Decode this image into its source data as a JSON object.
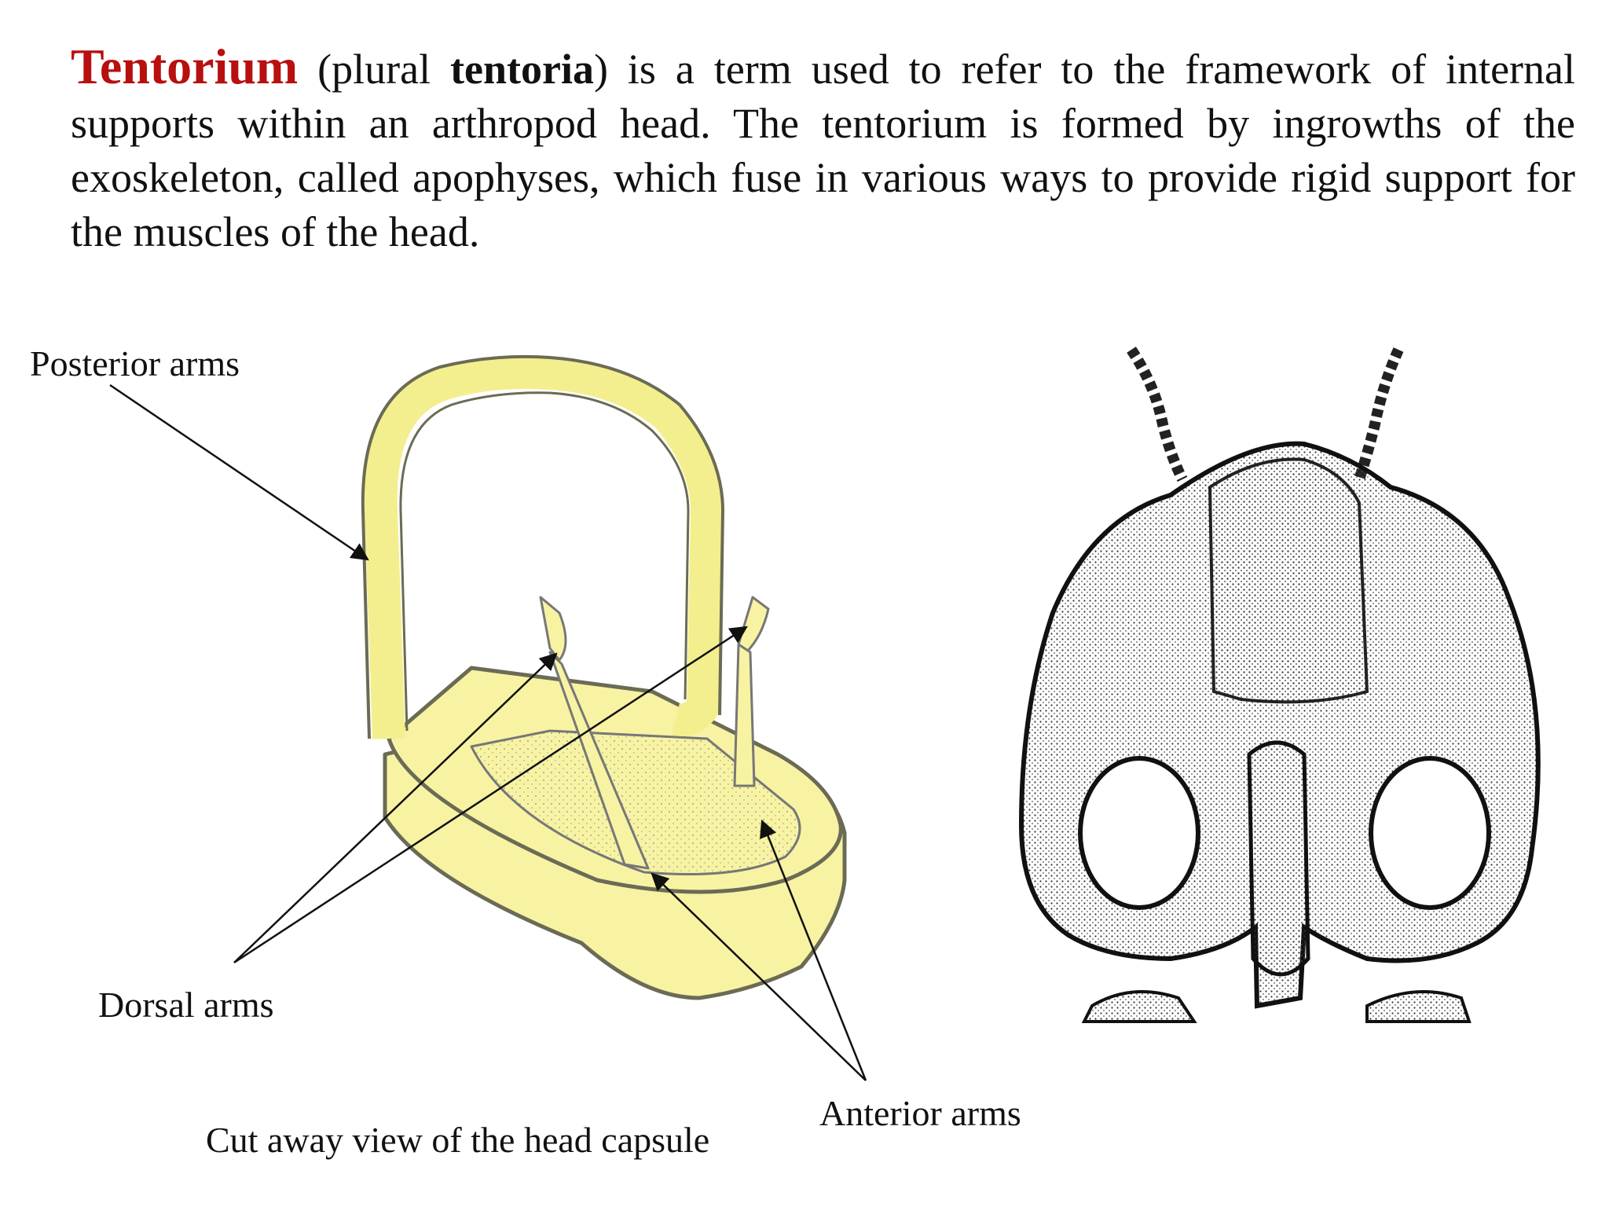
{
  "intro": {
    "term": "Tentorium",
    "open": " (plural ",
    "plural": "tentoria",
    "rest": ") is a term used to refer to the framework of internal supports within an arthropod head. The tentorium is formed by  ingrowths of the exoskeleton, called apophyses, which fuse in various ways to provide rigid support for the muscles of the head."
  },
  "labels": {
    "posterior": "Posterior arms",
    "dorsal": "Dorsal arms",
    "anterior": "Anterior arms",
    "caption": "Cut away view of the head capsule"
  },
  "colors": {
    "term": "#b80f0f",
    "capsule": "#f7f3a3",
    "capsule_edge": "#6b6b55",
    "stipple": "#222222"
  }
}
